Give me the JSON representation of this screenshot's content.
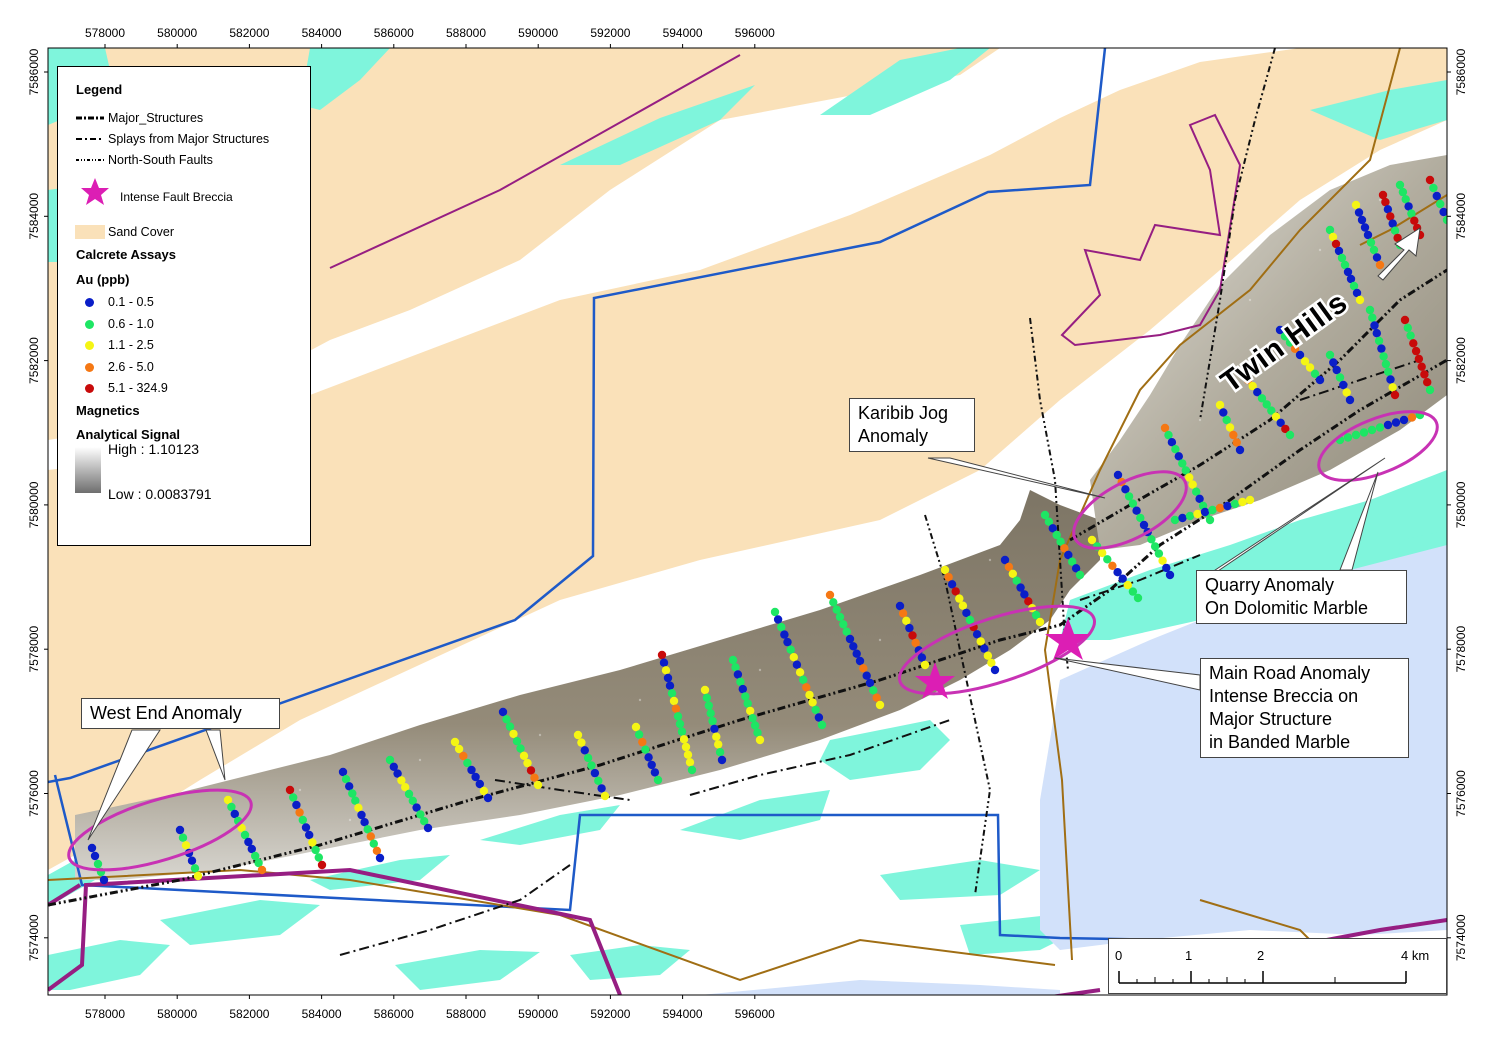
{
  "map": {
    "x_ticks": [
      "578000",
      "580000",
      "582000",
      "584000",
      "586000",
      "588000",
      "590000",
      "592000",
      "594000",
      "596000"
    ],
    "y_ticks": [
      "7586000",
      "7584000",
      "7582000",
      "7580000",
      "7578000",
      "7576000",
      "7574000"
    ]
  },
  "legend": {
    "title": "Legend",
    "lines": [
      {
        "label": "Major_Structures"
      },
      {
        "label": "Splays from Major Structures"
      },
      {
        "label": "North-South Faults"
      }
    ],
    "star_label": "Intense Fault Breccia",
    "sand_label": "Sand Cover",
    "calcrete_heading": "Calcrete Assays",
    "au_heading": "Au (ppb)",
    "classes": [
      {
        "label": "0.1 - 0.5",
        "color": "#0a1ec8"
      },
      {
        "label": "0.6 - 1.0",
        "color": "#1ee664"
      },
      {
        "label": "1.1 - 2.5",
        "color": "#f5f514"
      },
      {
        "label": "2.6 - 5.0",
        "color": "#f57814"
      },
      {
        "label": "5.1 - 324.9",
        "color": "#c80a0a"
      }
    ],
    "magnetics_heading": "Magnetics",
    "signal_heading": "Analytical Signal",
    "high_label": "High : 1.10123",
    "low_label": "Low : 0.0083791"
  },
  "callouts": {
    "karibib": [
      "Karibib Jog",
      "Anomaly"
    ],
    "west_end": [
      "West End Anomaly"
    ],
    "quarry": [
      "Quarry Anomaly",
      "On Dolomitic Marble"
    ],
    "main_road": [
      "Main Road Anomaly",
      "Intense Breccia on",
      "Major Structure",
      "in Banded Marble"
    ]
  },
  "twin_hills_label": "Twin Hills",
  "scalebar": {
    "labels": [
      "0",
      "1",
      "2",
      "4 km"
    ]
  },
  "colors": {
    "sand": "#fae1b9",
    "marble": "#7ff5dc",
    "water": "#d2e1fa",
    "boundary_blue": "#1e5ac8",
    "road_brown": "#a06e14",
    "purple": "#961e82",
    "anomaly_ellipse": "#c832b4",
    "breccia_star": "#dc1eb4"
  }
}
